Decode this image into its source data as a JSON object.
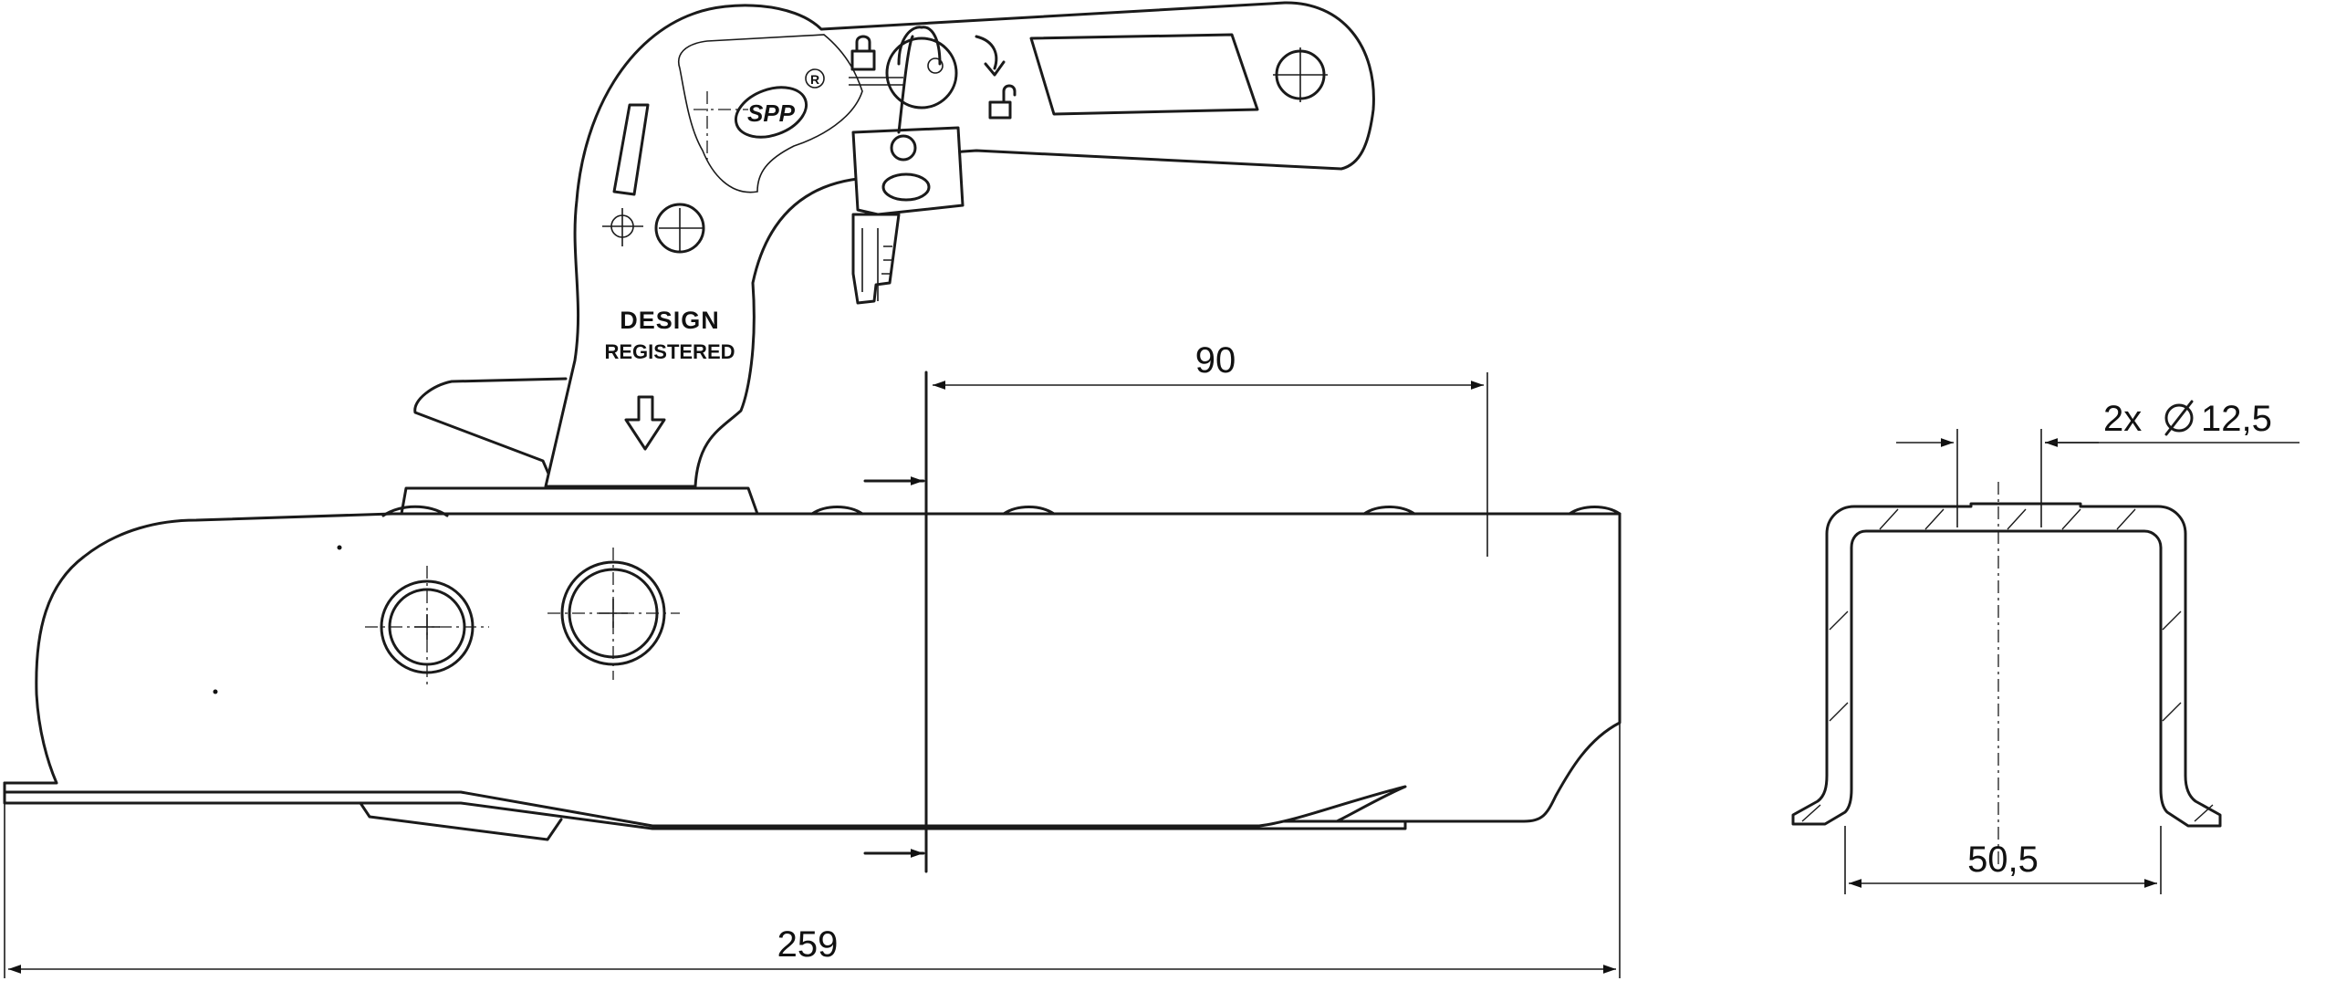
{
  "marking": {
    "line1": "DESIGN",
    "line2": "REGISTERED",
    "logo": "SPP",
    "registered_mark": "R"
  },
  "dimensions": {
    "socket_width": "90",
    "total_length": "259",
    "bolt_holes": "2x",
    "bolt_diameter": "12,5",
    "profile_width": "50,5"
  },
  "symbols": {
    "diameter": "diameter-symbol",
    "locked": "padlock-closed-icon",
    "unlocked": "padlock-open-icon",
    "key": "key-icon",
    "press_arrow": "down-arrow-icon"
  }
}
